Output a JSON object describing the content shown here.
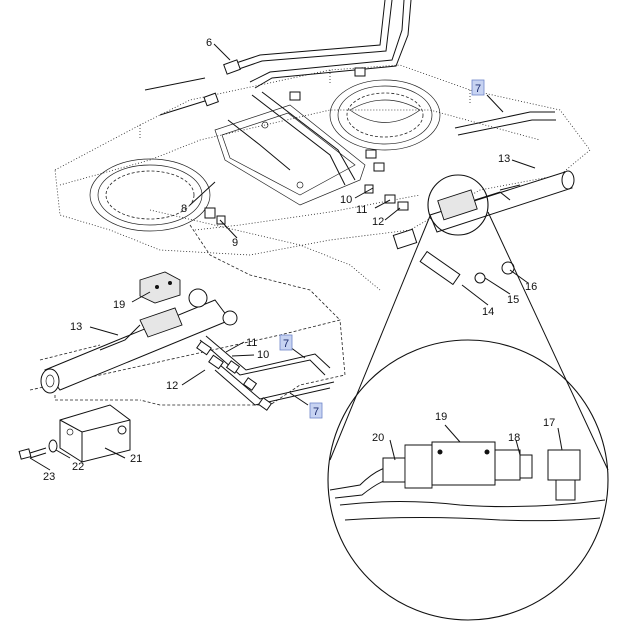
{
  "callouts": {
    "c6": "6",
    "c7a": "7",
    "c7b": "7",
    "c7c": "7",
    "c8": "8",
    "c9": "9",
    "c10a": "10",
    "c10b": "10",
    "c11a": "11",
    "c11b": "11",
    "c12a": "12",
    "c12b": "12",
    "c13a": "13",
    "c13b": "13",
    "c14": "14",
    "c15": "15",
    "c16": "16",
    "c17": "17",
    "c18": "18",
    "c19a": "19",
    "c19b": "19",
    "c20": "20",
    "c21": "21",
    "c22": "22",
    "c23": "23"
  },
  "colors": {
    "highlight_fill": "#c7d3f2",
    "highlight_stroke": "#6f86c9",
    "line": "#111111"
  }
}
